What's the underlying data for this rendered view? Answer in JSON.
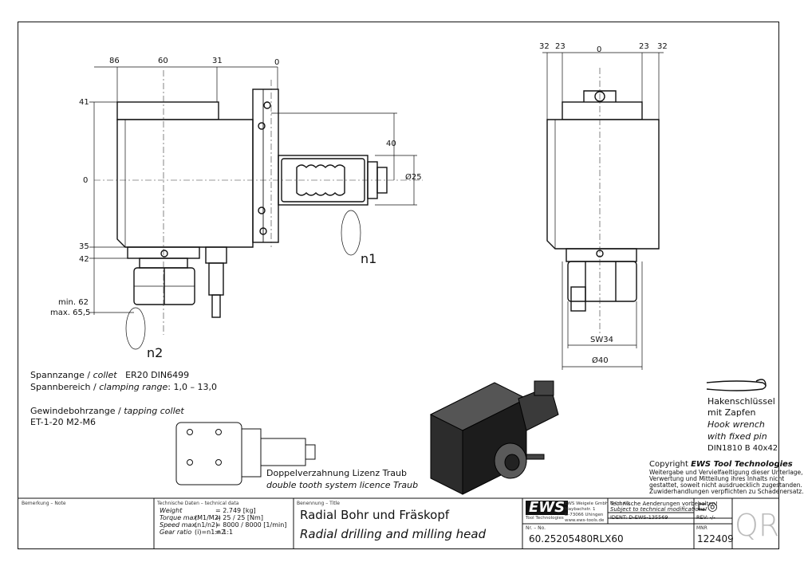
{
  "collet": {
    "spannzange": "Spannzange /",
    "collet_en": "collet",
    "spec": "ER20  DIN6499",
    "spannbereich": "Spannbereich /",
    "range_en": "clamping range",
    "range_val": ": 1,0 – 13,0"
  },
  "tapping": {
    "de": "Gewindebohrzange /",
    "en": "tapping collet",
    "spec": "ET-1-20   M2-M6"
  },
  "licence": {
    "de": "Doppelverzahnung Lizenz Traub",
    "en": "double tooth system licence Traub"
  },
  "wrench": {
    "l1": "Hakenschlüssel",
    "l2": "mit Zapfen",
    "l3": "Hook wrench",
    "l4": "with fixed pin",
    "l5": "DIN1810 B 40x42"
  },
  "copyright": {
    "title_prefix": "Copyright",
    "title_brand": "EWS Tool Technologies",
    "l1": "Weitergabe und Vervielfaeltigung dieser Unterlage,",
    "l2": "Verwertung und Mitteilung ihres Inhalts nicht",
    "l3": "gestattet, soweit nicht ausdruecklich zugestanden.",
    "l4": "Zuwiderhandlungen verpflichten zu Schadenersatz."
  },
  "dims": {
    "top_86": "86",
    "top_60": "60",
    "top_31": "31",
    "top_0": "0",
    "left_41": "41",
    "left_0": "0",
    "left_35": "35",
    "left_42": "42",
    "min": "min. 62",
    "max": "max. 65,5",
    "d40": "40",
    "d25": "Ø25",
    "n1": "n1",
    "n2": "n2",
    "r32a": "32",
    "r23a": "23",
    "r0": "0",
    "r23b": "23",
    "r32b": "32",
    "sw34": "SW34",
    "d40b": "Ø40"
  },
  "title_block": {
    "note_hdr": "Bemerkung – Note",
    "tech_hdr": "Technische Daten – technical data",
    "weight_l": "Weight",
    "weight_v": "=  2.749 [kg]",
    "torque_l": "Torque max.",
    "torque_m": "(M1/M2)",
    "torque_v": "=  25 / 25 [Nm]",
    "speed_l": "Speed max.",
    "speed_m": "(n1/n2)",
    "speed_v": "=  8000 / 8000 [1/min]",
    "ratio_l": "Gear ratio",
    "ratio_m": "(i)=n1:n2",
    "ratio_v": "=  1:1",
    "name_hdr": "Benennung – Title",
    "title_de": "Radial Bohr und Fräskopf",
    "title_en": "Radial drilling and milling head",
    "logo": "EWS",
    "logo_sub": "Tool Technologies",
    "company1": "EWS Weigele GmbH & Co. KG",
    "company2": "Maybachstr. 1",
    "company3": "D-73066 Uhingen",
    "company4": "www.ews-tools.de",
    "changes_de": "Technische Aenderungen vorbehalten!",
    "changes_en": "Subject to technical modifications!",
    "ident": "IDENT:  D-EWS-135569",
    "rev": "REV:  -/-",
    "nr_hdr": "Nr. – No.",
    "nr": "60.25205480RLX60",
    "mnr_hdr": "MNR",
    "mnr": "122409",
    "qr": "QR"
  }
}
